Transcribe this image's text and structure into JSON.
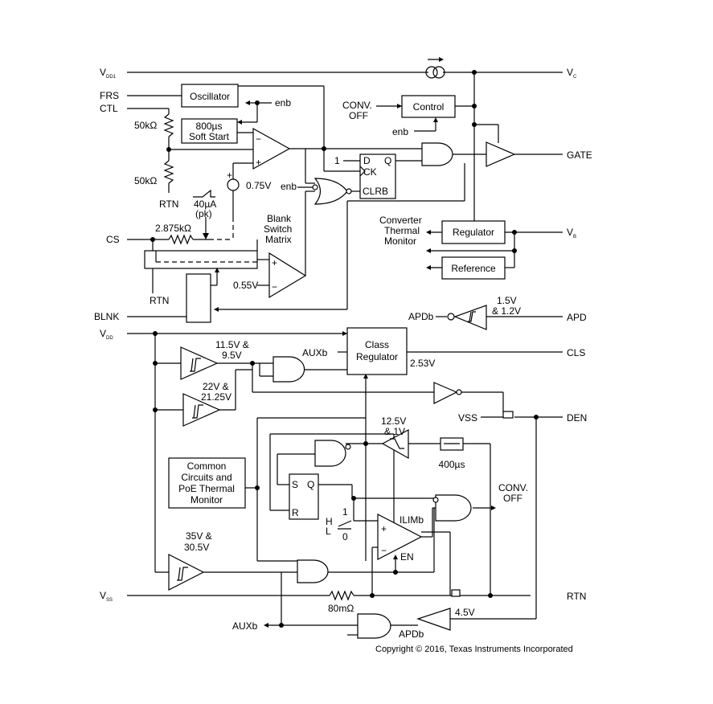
{
  "labels": {
    "vdd1": "V",
    "vdd1_sub": "DD1",
    "frs": "FRS",
    "ctl": "CTL",
    "cs": "CS",
    "blnk": "BLNK",
    "vdd": "V",
    "vdd_sub": "DD",
    "vss": "V",
    "vss_sub": "SS",
    "vc": "V",
    "vc_sub": "C",
    "gate": "GATE",
    "vb": "V",
    "vb_sub": "B",
    "apd": "APD",
    "cls": "CLS",
    "den": "DEN",
    "rtn_right": "RTN",
    "aux_out": "AUXb"
  },
  "blocks": {
    "oscillator": "Oscillator",
    "softstart_line1": "800µs",
    "softstart_line2": "Soft Start",
    "control": "Control",
    "regulator": "Regulator",
    "reference": "Reference",
    "class_reg_line1": "Class",
    "class_reg_line2": "Regulator",
    "common_line1": "Common",
    "common_line2": "Circuits and",
    "common_line3": "PoE Thermal",
    "common_line4": "Monitor",
    "flipflop_d": "D",
    "flipflop_q": "Q",
    "flipflop_ck": "CK",
    "flipflop_clrb": "CLRB",
    "sr_s": "S",
    "sr_q": "Q",
    "sr_r": "R",
    "timer_400": "400µs"
  },
  "annotations": {
    "enb1": "enb",
    "enb2": "enb",
    "enb3": "enb",
    "conv_off_line1": "CONV.",
    "conv_off_line2": "OFF",
    "r_50k_top": "50kΩ",
    "r_50k_bot": "50kΩ",
    "rtn1": "RTN",
    "rtn2": "RTN",
    "v075": "0.75V",
    "i40_line1": "40µA",
    "i40_line2": "(pk)",
    "r2875": "2.875kΩ",
    "blank_line1": "Blank",
    "blank_line2": "Switch",
    "blank_line3": "Matrix",
    "v055": "0.55V",
    "one": "1",
    "ctm_line1": "Converter",
    "ctm_line2": "Thermal",
    "ctm_line3": "Monitor",
    "apdb": "APDb",
    "apd_th_line1": "1.5V",
    "apd_th_line2": "& 1.2V",
    "th_115_line1": "11.5V &",
    "th_115_line2": "9.5V",
    "auxb_in": "AUXb",
    "v253": "2.53V",
    "th_22_line1": "22V &",
    "th_22_line2": "21.25V",
    "vss_den": "VSS",
    "th_125_line1": "12.5V",
    "th_125_line2": "& 1V",
    "conv_off2_line1": "CONV.",
    "conv_off2_line2": "OFF",
    "ilimb": "ILIMb",
    "h": "H",
    "l": "L",
    "one_b": "1",
    "zero_b": "0",
    "en": "EN",
    "th_35_line1": "35V &",
    "th_35_line2": "30.5V",
    "r80m": "80mΩ",
    "apdb2": "APDb",
    "v45": "4.5V",
    "plus": "+",
    "minus": "−",
    "copyright": "Copyright © 2016, Texas Instruments Incorporated"
  }
}
